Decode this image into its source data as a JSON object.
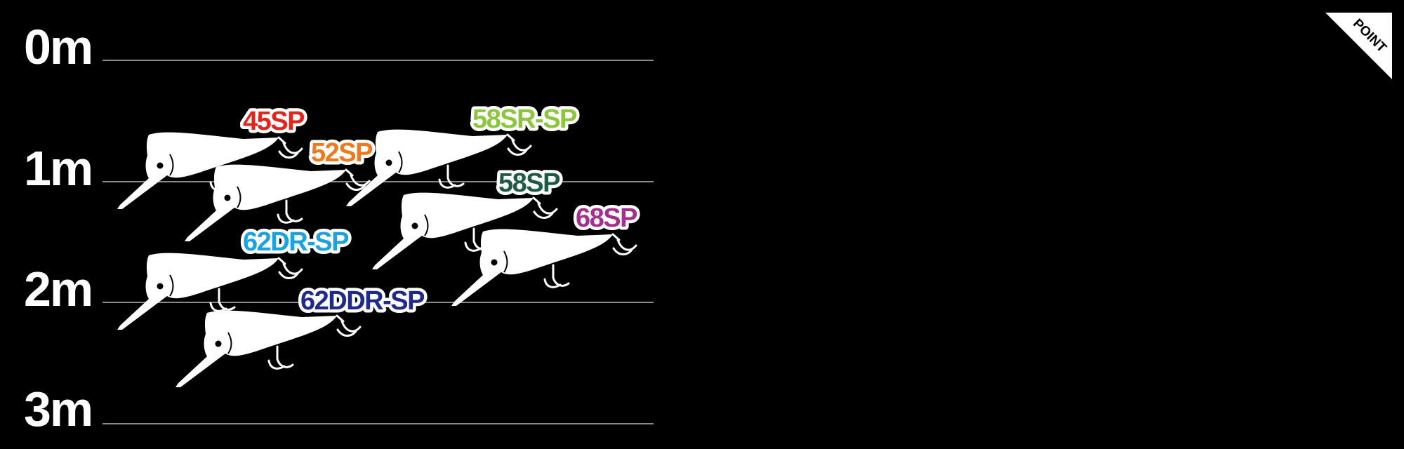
{
  "depth_axis": {
    "labels": [
      "0m",
      "1m",
      "2m",
      "3m"
    ]
  },
  "badge": {
    "label": "POINT"
  },
  "lures": [
    {
      "name": "45SP",
      "color": "#e1251b"
    },
    {
      "name": "52SP",
      "color": "#f07a1a"
    },
    {
      "name": "62DR-SP",
      "color": "#1aa3df"
    },
    {
      "name": "62DDR-SP",
      "color": "#1f2a8a"
    },
    {
      "name": "58SR-SP",
      "color": "#8cc63f"
    },
    {
      "name": "58SP",
      "color": "#1e5a46"
    },
    {
      "name": "68SP",
      "color": "#a3308c"
    }
  ],
  "colors": {
    "background": "#000000",
    "lure_body": "#ffffff",
    "gridline": "#8a8a8a"
  }
}
